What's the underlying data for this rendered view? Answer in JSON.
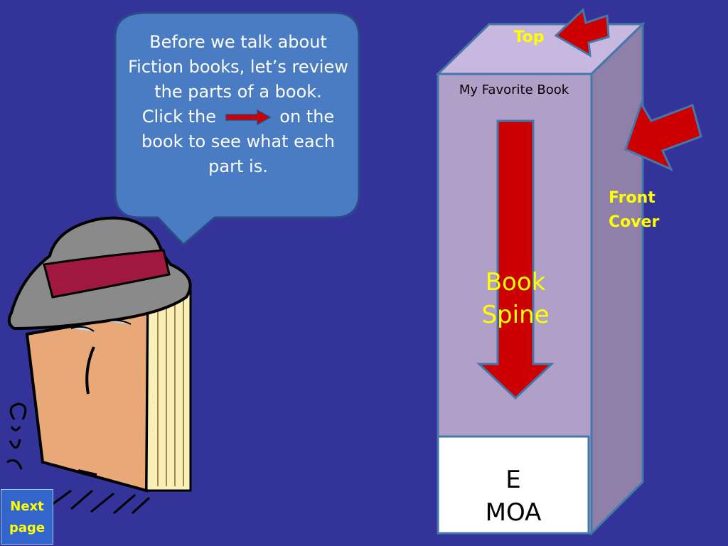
{
  "bubble": {
    "line1": "Before we talk about Fiction books, let’s review the parts of a book.",
    "click_before": "Click the",
    "click_after": "on the book to see what each part is."
  },
  "book": {
    "title": "My Favorite Book",
    "spine_label": "Book Spine",
    "call_number_line1": "E",
    "call_number_line2": "MOA"
  },
  "labels": {
    "top": "Top",
    "front_cover": "Front Cover"
  },
  "nav": {
    "next_line1": "Next",
    "next_line2": "page"
  },
  "colors": {
    "background": "#333399",
    "bubble": "#4a7cc4",
    "book_front": "#b0a0c8",
    "book_side": "#8e80a8",
    "book_top": "#c8b8e0",
    "arrow": "#cc0000",
    "label_yellow": "#ffff00"
  }
}
